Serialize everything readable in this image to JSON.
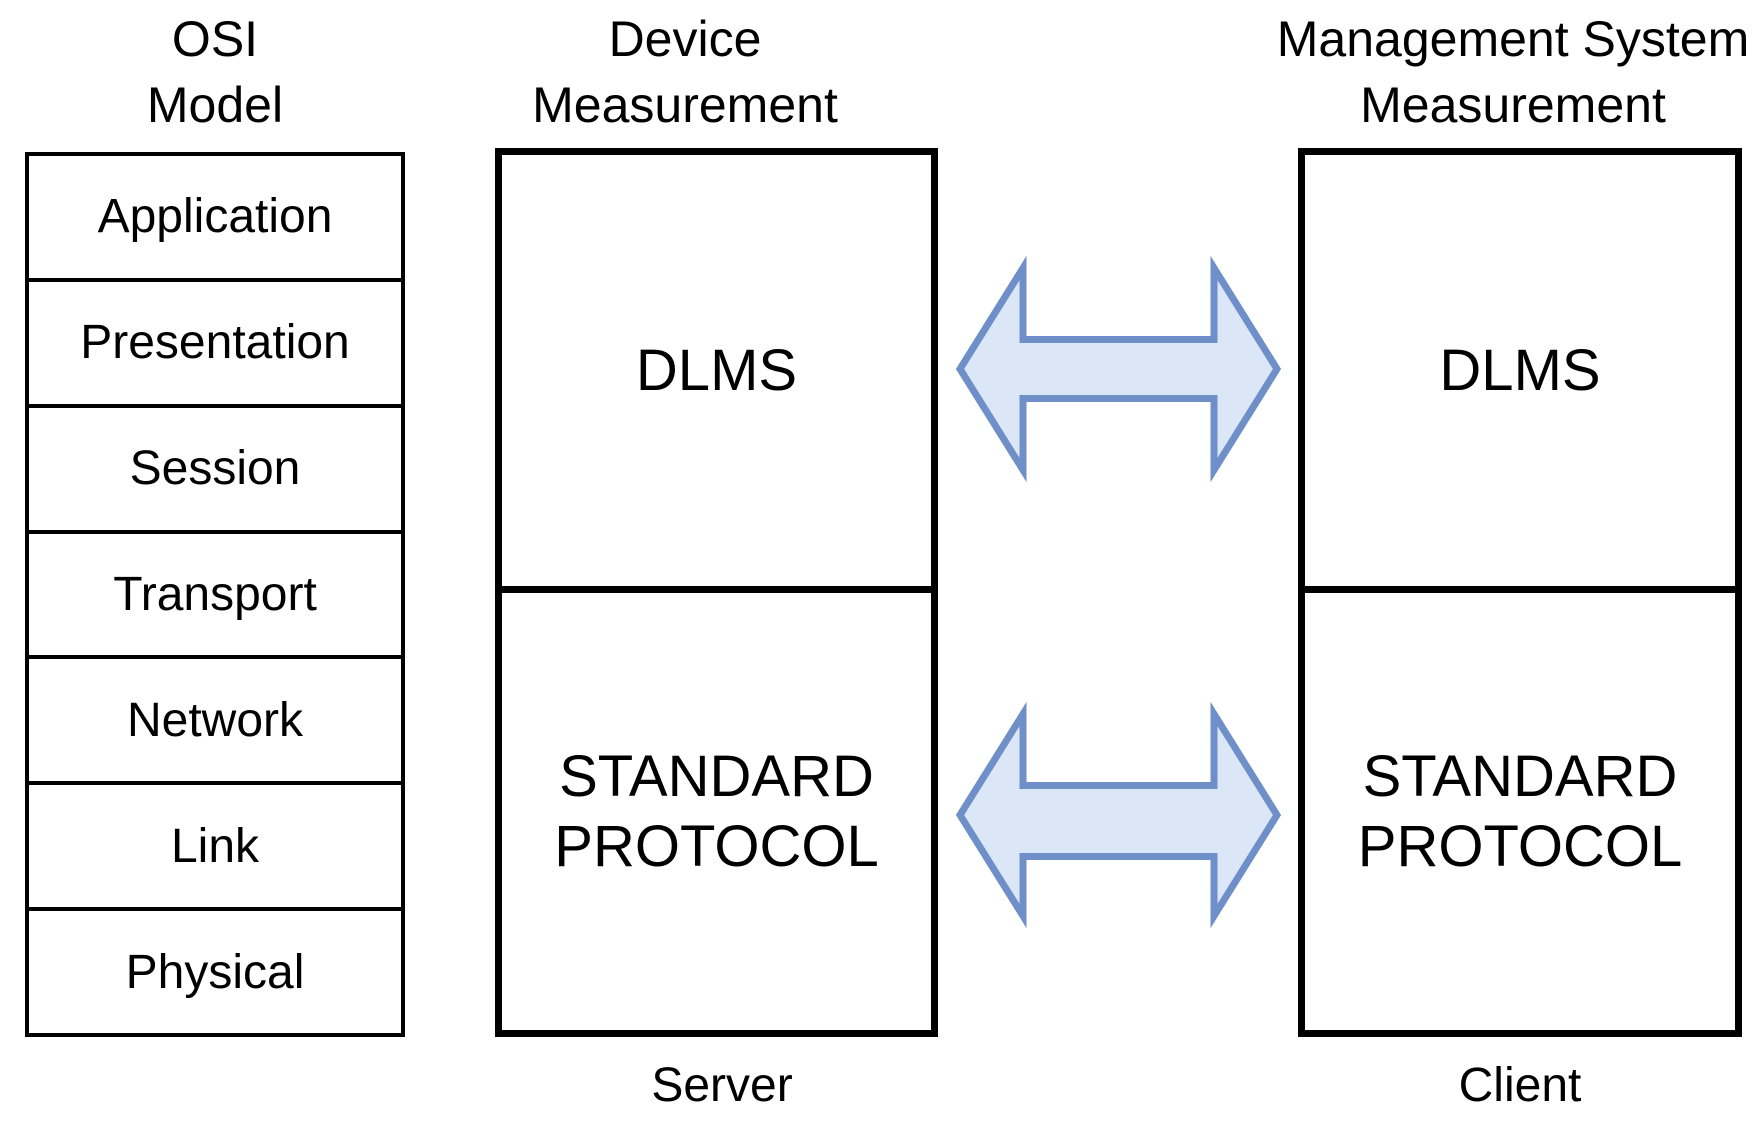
{
  "colors": {
    "arrow_fill": "#dbe6f7",
    "arrow_stroke": "#6e8fc7"
  },
  "osi": {
    "title_line1": "OSI",
    "title_line2": "Model",
    "layers": [
      "Application",
      "Presentation",
      "Session",
      "Transport",
      "Network",
      "Link",
      "Physical"
    ]
  },
  "device_column": {
    "title_line1": "Device",
    "title_line2": "Measurement",
    "top_label": "DLMS",
    "bottom_label_line1": "STANDARD",
    "bottom_label_line2": "PROTOCOL",
    "caption": "Server"
  },
  "management_column": {
    "title_line1": "Management System",
    "title_line2": "Measurement",
    "top_label": "DLMS",
    "bottom_label_line1": "STANDARD",
    "bottom_label_line2": "PROTOCOL",
    "caption": "Client"
  }
}
